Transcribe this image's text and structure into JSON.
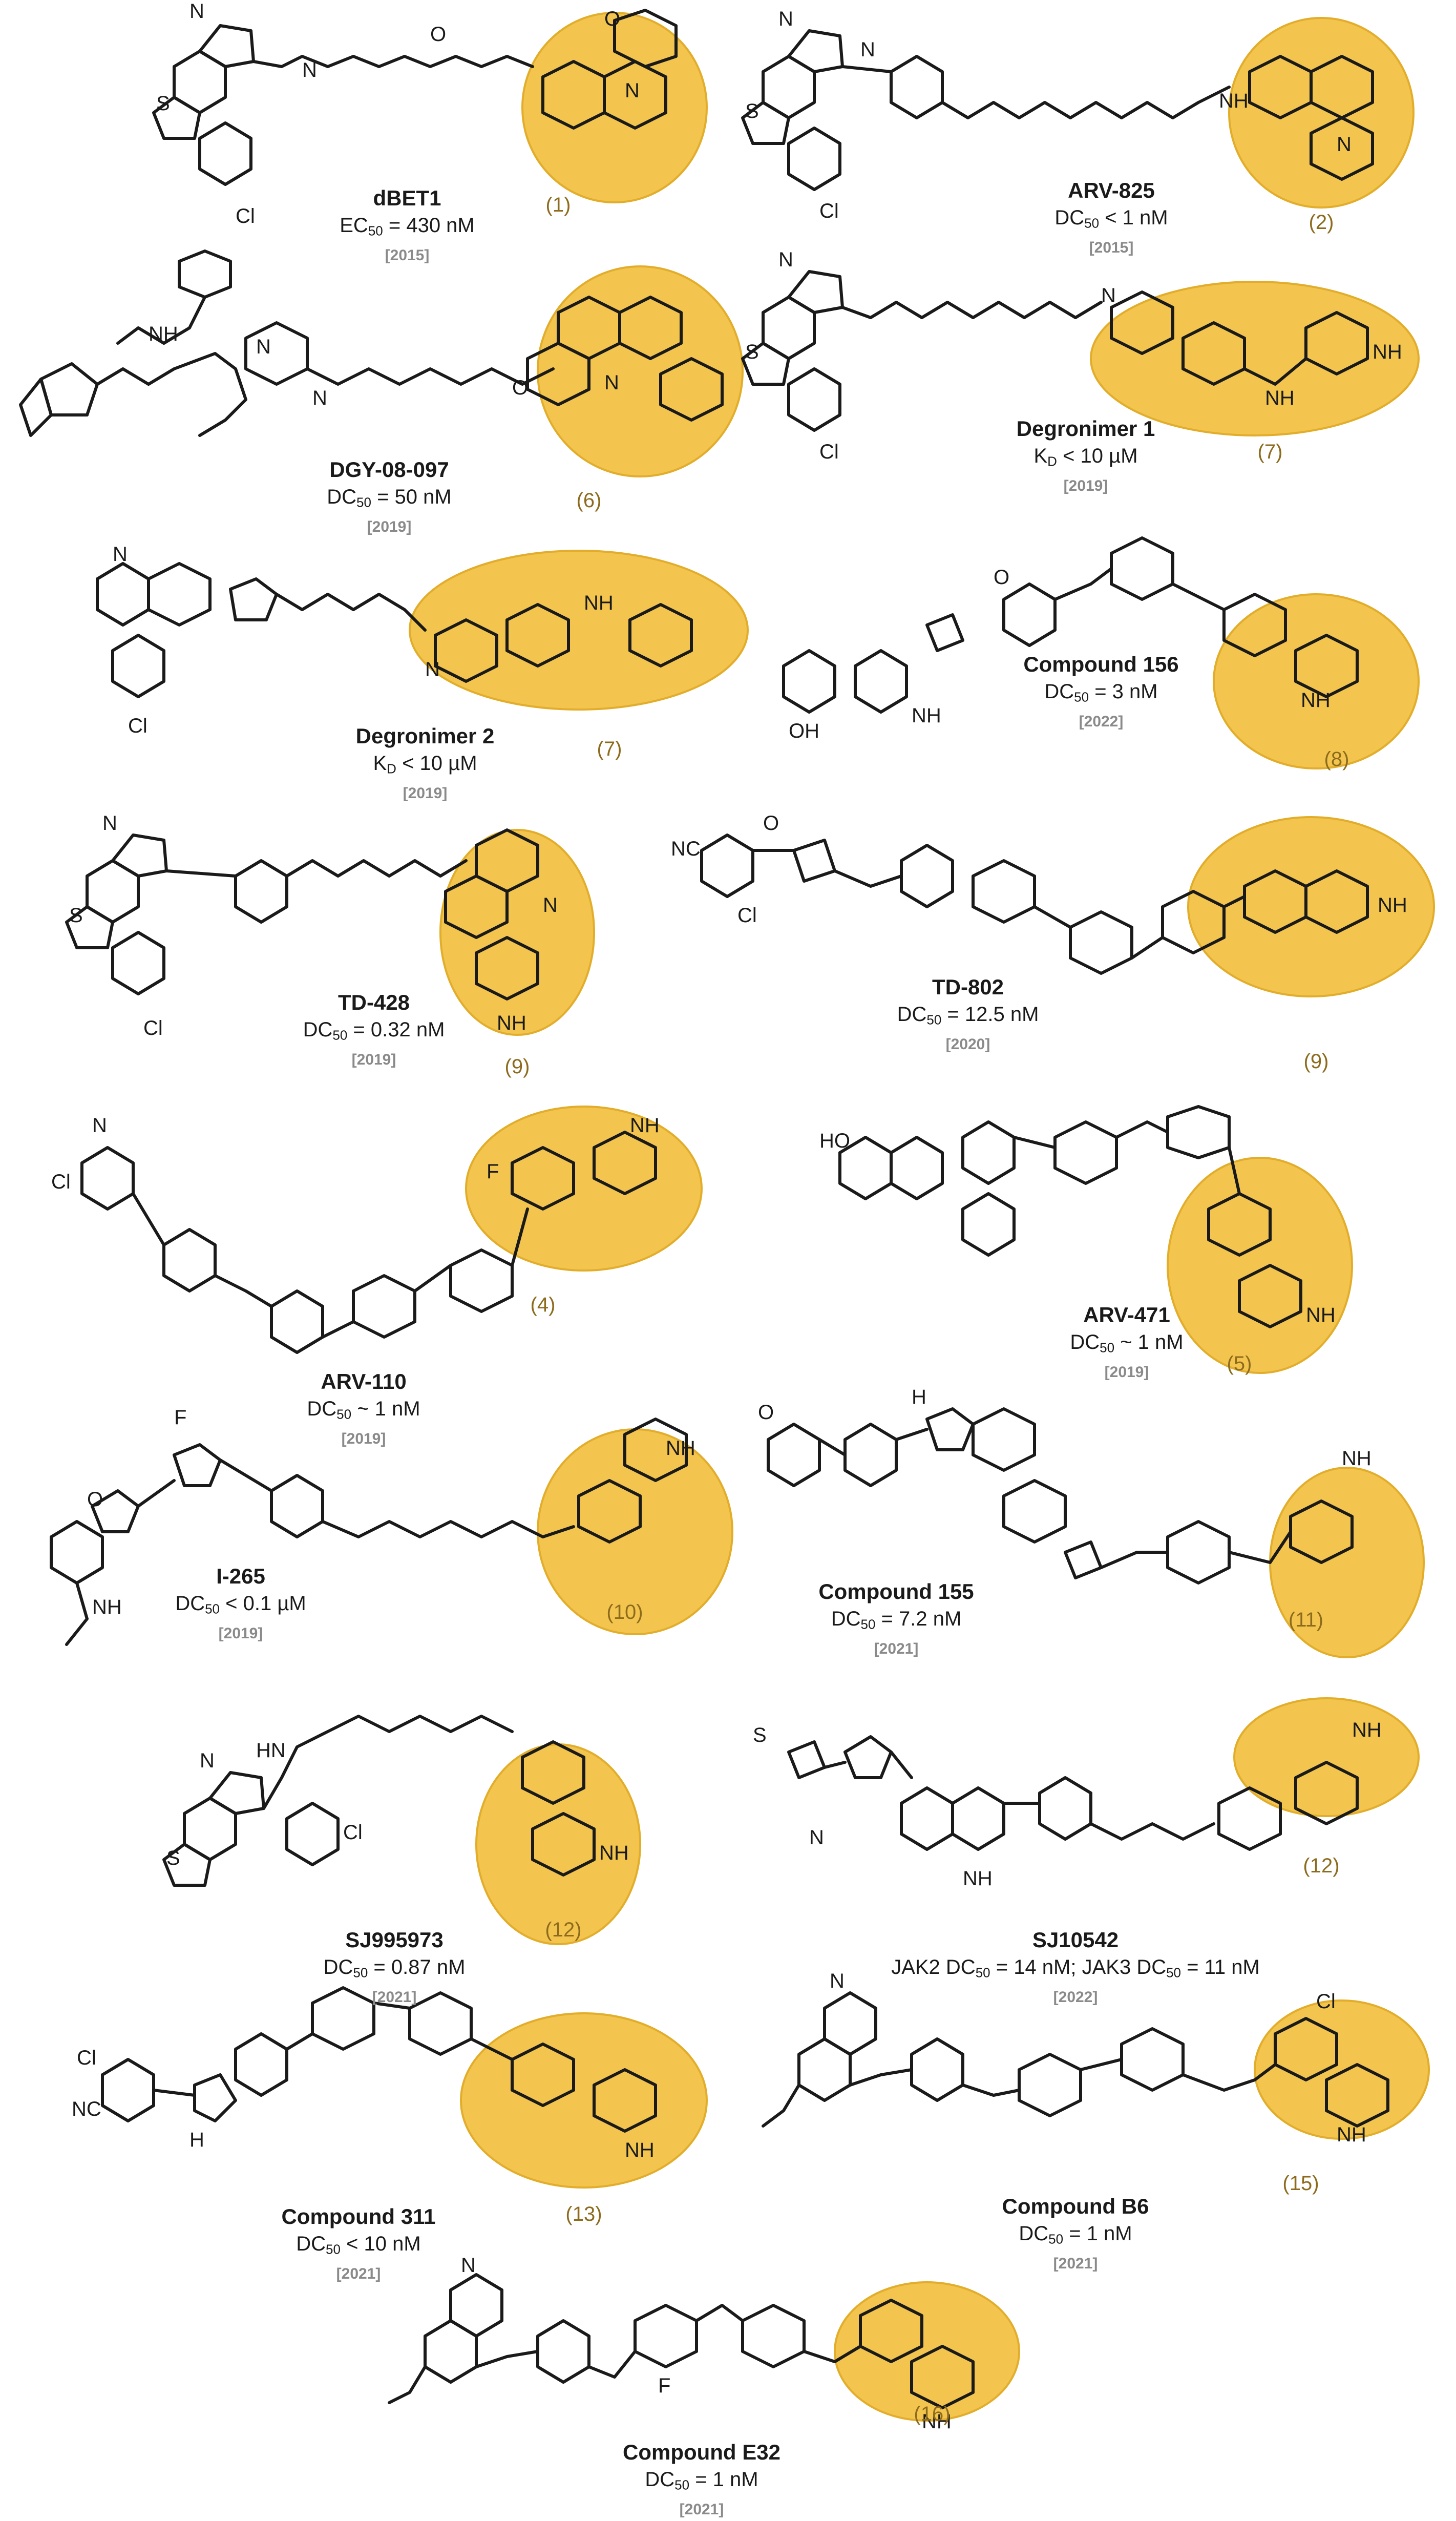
{
  "compounds": [
    {
      "name": "dBET1",
      "metric_prefix": "EC",
      "metric_sub": "50",
      "metric_rest": " = 430 nM",
      "year": "[2015]",
      "ref": "(1)"
    },
    {
      "name": "ARV-825",
      "metric_prefix": "DC",
      "metric_sub": "50",
      "metric_rest": " < 1 nM",
      "year": "[2015]",
      "ref": "(2)"
    },
    {
      "name": "DGY-08-097",
      "metric_prefix": "DC",
      "metric_sub": "50",
      "metric_rest": " = 50 nM",
      "year": "[2019]",
      "ref": "(6)"
    },
    {
      "name": "Degronimer 1",
      "metric_prefix": "K",
      "metric_sub": "D",
      "metric_rest": " < 10 µM",
      "year": "[2019]",
      "ref": "(7)"
    },
    {
      "name": "Degronimer 2",
      "metric_prefix": "K",
      "metric_sub": "D",
      "metric_rest": " < 10 µM",
      "year": "[2019]",
      "ref": "(7)"
    },
    {
      "name": "Compound 156",
      "metric_prefix": "DC",
      "metric_sub": "50",
      "metric_rest": " = 3 nM",
      "year": "[2022]",
      "ref": "(8)"
    },
    {
      "name": "TD-428",
      "metric_prefix": "DC",
      "metric_sub": "50",
      "metric_rest": " = 0.32 nM",
      "year": "[2019]",
      "ref": "(9)"
    },
    {
      "name": "TD-802",
      "metric_prefix": "DC",
      "metric_sub": "50",
      "metric_rest": " = 12.5 nM",
      "year": "[2020]",
      "ref": "(9)"
    },
    {
      "name": "ARV-110",
      "metric_prefix": "DC",
      "metric_sub": "50",
      "metric_rest": " ~ 1 nM",
      "year": "[2019]",
      "ref": "(4)"
    },
    {
      "name": "ARV-471",
      "metric_prefix": "DC",
      "metric_sub": "50",
      "metric_rest": " ~ 1 nM",
      "year": "[2019]",
      "ref": "(5)"
    },
    {
      "name": "I-265",
      "metric_prefix": "DC",
      "metric_sub": "50",
      "metric_rest": " < 0.1 µM",
      "year": "[2019]",
      "ref": "(10)"
    },
    {
      "name": "Compound 155",
      "metric_prefix": "DC",
      "metric_sub": "50",
      "metric_rest": " = 7.2 nM",
      "year": "[2021]",
      "ref": "(11)"
    },
    {
      "name": "SJ995973",
      "metric_prefix": "DC",
      "metric_sub": "50",
      "metric_rest": " = 0.87 nM",
      "year": "[2021]",
      "ref": "(12)"
    },
    {
      "name": "SJ10542",
      "metric_prefix": "JAK2 DC",
      "metric_sub": "50",
      "metric_rest": " = 14 nM; JAK3 DC",
      "metric_sub2": "50",
      "metric_rest2": " = 11 nM",
      "year": "[2022]",
      "ref": "(12)"
    },
    {
      "name": "Compound 311",
      "metric_prefix": "DC",
      "metric_sub": "50",
      "metric_rest": " < 10 nM",
      "year": "[2021]",
      "ref": "(13)"
    },
    {
      "name": "Compound B6",
      "metric_prefix": "DC",
      "metric_sub": "50",
      "metric_rest": " = 1 nM",
      "year": "[2021]",
      "ref": "(15)"
    },
    {
      "name": "Compound E32",
      "metric_prefix": "DC",
      "metric_sub": "50",
      "metric_rest": " = 1 nM",
      "year": "[2021]",
      "ref": "(16)"
    }
  ],
  "atoms": {
    "N": "N",
    "O": "O",
    "S": "S",
    "Cl": "Cl",
    "F": "F",
    "NH": "NH",
    "HN": "HN",
    "NH2": "NH",
    "OH": "OH",
    "HO": "HO",
    "NC": "NC",
    "H2N": "H",
    "CH3": "H"
  },
  "colors": {
    "highlight": "#f3c54f",
    "highlight_stroke": "#e2ad2a",
    "ref_text": "#8d6b1d",
    "year_text": "#8a8a8a"
  }
}
